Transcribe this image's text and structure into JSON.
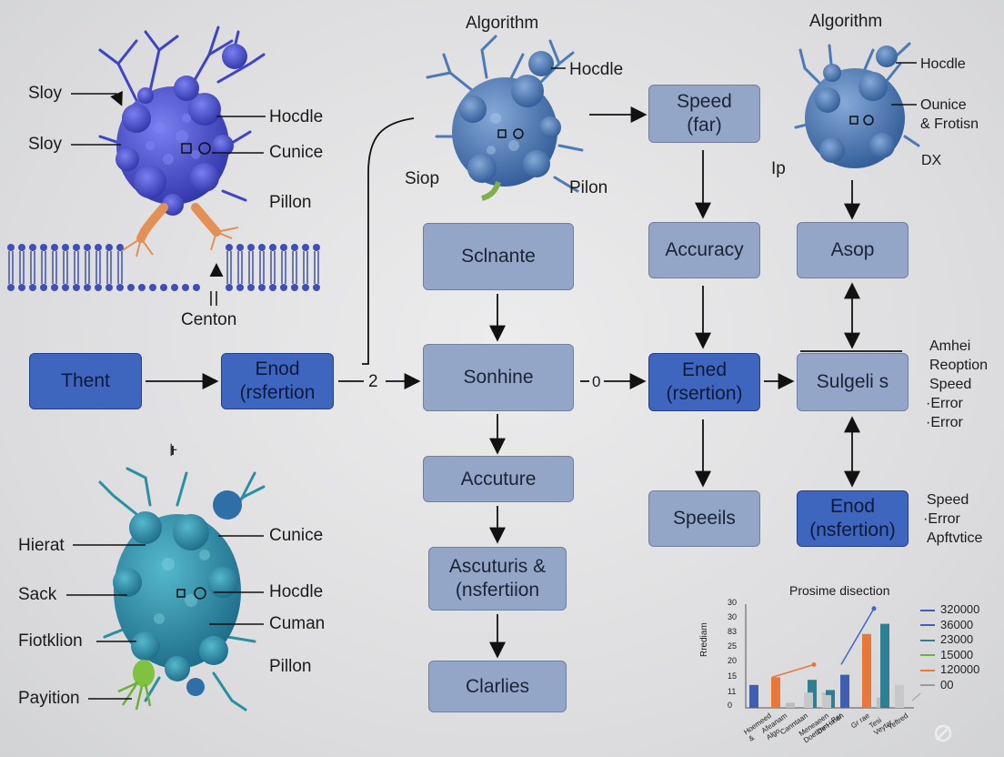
{
  "colors": {
    "box_grey": "#94a6c8",
    "box_blue": "#3f66bf",
    "protein_violet": "#4b52d6",
    "protein_blue": "#4a78b8",
    "protein_teal": "#2a8fa3",
    "membrane": "#3f4fb8"
  },
  "icons": {
    "watermark": "grok-logo-icon"
  },
  "top_left": {
    "labels": [
      "Sloy",
      "Sloy",
      "Hocdle",
      "Cunice",
      "Pillon",
      "Centon"
    ]
  },
  "top_middle": {
    "title": "Algorithm",
    "labels": [
      "Hocdle",
      "Siop",
      "Pilon"
    ]
  },
  "top_right": {
    "title": "Algorithm",
    "labels": [
      "Hocdle",
      "Ounice\n& Frotisn",
      "Ip",
      "DX"
    ]
  },
  "bottom_left": {
    "mark": "⊦",
    "labels": [
      "Hierat",
      "Sack",
      "Fiotklion",
      "Payition",
      "Cunice",
      "Hocdle",
      "Cuman",
      "Pillon"
    ]
  },
  "flow": {
    "thent": "Thent",
    "enod_left": "Enod\n(rsfertion",
    "connector_2": "2",
    "connector_0": "0",
    "sclnante": "Sclnante",
    "sonhine": "Sonhine",
    "accuture": "Accuture",
    "ascuturis": "Ascuturis &\n(nsfertiion",
    "clarlies": "Clarlies",
    "speed_far": "Speed\n(far)",
    "accuracy": "Accuracy",
    "ened": "Ened\n(rsertion)",
    "speeils": "Speeils",
    "asop": "Asop",
    "sulgeli": "Sulgeli s",
    "enod_right": "Enod\n(nsfertion)"
  },
  "side_notes": {
    "upper": [
      "Amhei",
      "Reoption",
      "Speed",
      "·Error",
      "·Error"
    ],
    "lower": [
      "Speed",
      "·Error",
      "Apftvtice"
    ]
  },
  "chart_data": {
    "type": "bar",
    "title": "Prosime disection",
    "ylabel": "Rrediam",
    "y_ticks": [
      0,
      11,
      15,
      20,
      25,
      83,
      30,
      30
    ],
    "categories": [
      "Hoemeed\n&",
      "Afeanam\nAlgo",
      "Canntaan",
      "Meneaeen\nDoetimm",
      "Oe Hmen",
      "Par",
      "Gr rae",
      "Tesi\nVeytar",
      "Yeftred"
    ],
    "series": [
      {
        "color": "#3f5fb0",
        "values": [
          9,
          null,
          null,
          null,
          null,
          13,
          null,
          null,
          null
        ]
      },
      {
        "color": "#e8773a",
        "values": [
          null,
          12,
          null,
          null,
          null,
          null,
          29,
          null,
          null
        ]
      },
      {
        "color": "#bdbdbd",
        "values": [
          null,
          null,
          2,
          null,
          6,
          null,
          null,
          4,
          2
        ]
      },
      {
        "color": "#2f7f93",
        "values": [
          null,
          null,
          null,
          11,
          7,
          null,
          null,
          33,
          null
        ]
      },
      {
        "color": "#c8c8c8",
        "values": [
          null,
          null,
          null,
          6,
          5,
          null,
          null,
          null,
          9
        ]
      }
    ],
    "trend_lines": [
      {
        "color": "#e8773a",
        "from": [
          1,
          12
        ],
        "to": [
          3.3,
          17
        ]
      },
      {
        "color": "#3f66c8",
        "from": [
          4.8,
          17
        ],
        "to": [
          6.6,
          39
        ]
      }
    ],
    "legend": [
      {
        "label": "320000",
        "color": "#3f5fb0"
      },
      {
        "label": "36000",
        "color": "#3f5fb0"
      },
      {
        "label": "23000",
        "color": "#2f7f93"
      },
      {
        "label": "15000",
        "color": "#6fae4a"
      },
      {
        "label": "120000",
        "color": "#e8773a"
      },
      {
        "label": "00",
        "color": "#9a9a9a"
      }
    ]
  }
}
